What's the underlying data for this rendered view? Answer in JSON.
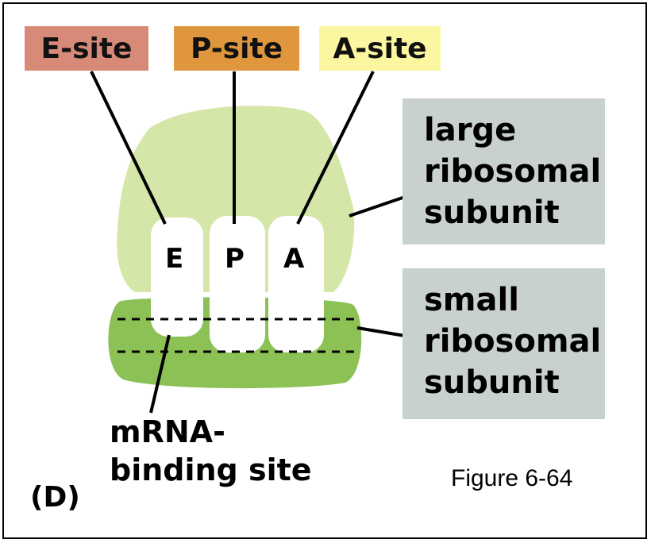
{
  "sites": {
    "e": {
      "label": "E-site",
      "color": "#d88a78"
    },
    "p": {
      "label": "P-site",
      "color": "#e0963c"
    },
    "a": {
      "label": "A-site",
      "color": "#fbf7a0"
    }
  },
  "slots": {
    "e": "E",
    "p": "P",
    "a": "A"
  },
  "large_subunit": {
    "lines": [
      "large",
      "ribosomal",
      "subunit"
    ],
    "color": "#d4e6a8"
  },
  "small_subunit": {
    "lines": [
      "small",
      "ribosomal",
      "subunit"
    ],
    "color": "#8cc156"
  },
  "mrna_label": {
    "lines": [
      "mRNA-",
      "binding site"
    ]
  },
  "panel_label": "(D)",
  "figure_label": "Figure 6-64"
}
